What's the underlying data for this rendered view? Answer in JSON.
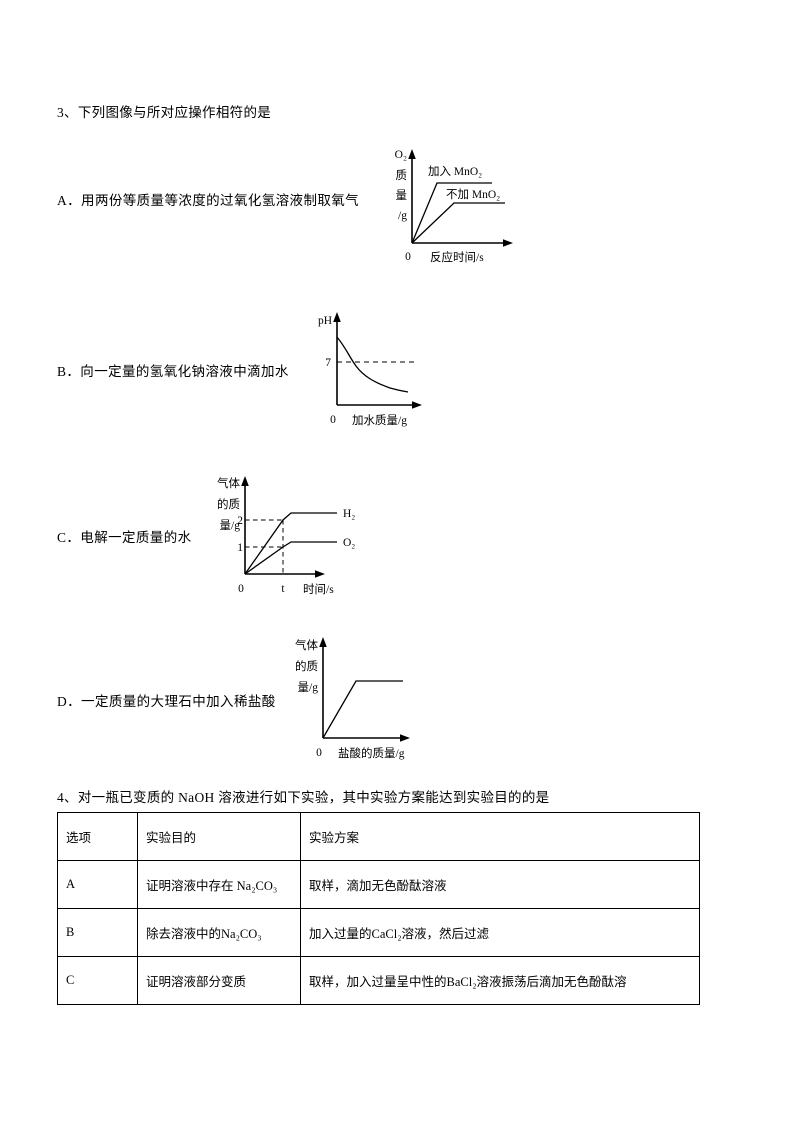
{
  "document": {
    "type": "chemistry-exam-page",
    "language": "zh-CN"
  },
  "question3": {
    "stem": "3、下列图像与所对应操作相符的是",
    "options": [
      {
        "key": "A",
        "label": "A．用两份等质量等浓度的过氧化氢溶液制取氧气",
        "figure": {
          "y_axis_label_lines": [
            "O₂",
            "质",
            "量",
            "/g"
          ],
          "x_axis_label": "反应时间/s",
          "origin_label": "0",
          "curve_labels": [
            "加入 MnO₂",
            "不加 MnO₂"
          ]
        }
      },
      {
        "key": "B",
        "label": "B．向一定量的氢氧化钠溶液中滴加水",
        "figure": {
          "y_axis_label_lines": [
            "pH"
          ],
          "x_axis_label": "加水质量/g",
          "origin_label": "0",
          "y_ticks": [
            "7"
          ],
          "curve_labels": []
        }
      },
      {
        "key": "C",
        "label": "C．电解一定质量的水",
        "figure": {
          "y_axis_label_lines": [
            "气体",
            "的质",
            "量/g"
          ],
          "x_axis_label": "时间/s",
          "origin_label": "0",
          "y_ticks": [
            "2",
            "1"
          ],
          "x_ticks": [
            "t"
          ],
          "curve_labels": [
            "H₂",
            "O₂"
          ]
        }
      },
      {
        "key": "D",
        "label": "D．一定质量的大理石中加入稀盐酸",
        "figure": {
          "y_axis_label_lines": [
            "气体",
            "的质",
            "量/g"
          ],
          "x_axis_label": "盐酸的质量/g",
          "origin_label": "0",
          "curve_labels": []
        }
      }
    ]
  },
  "question4": {
    "stem": "4、对一瓶已变质的 NaOH 溶液进行如下实验，其中实验方案能达到实验目的的是",
    "table": {
      "headers": [
        "选项",
        "实验目的",
        "实验方案"
      ],
      "rows": [
        {
          "option": "A",
          "goal": "证明溶液中存在 Na₂CO₃",
          "plan": "取样，滴加无色酚酞溶液"
        },
        {
          "option": "B",
          "goal": "除去溶液中的Na₂CO₃",
          "plan": "加入过量的CaCl₂溶液，然后过滤"
        },
        {
          "option": "C",
          "goal": "证明溶液部分变质",
          "plan": "取样，加入过量呈中性的BaCl₂溶液振荡后滴加无色酚酞溶"
        }
      ]
    }
  },
  "colors": {
    "ink": "#000000",
    "paper": "#ffffff"
  },
  "chart_data": [
    {
      "id": "figure-a",
      "type": "line",
      "title": "",
      "xlabel": "反应时间/s",
      "ylabel": "O₂质量/g",
      "grid": false,
      "legend_position": "inline-right",
      "xlim": [
        0,
        10
      ],
      "ylim": [
        0,
        10
      ],
      "series": [
        {
          "name": "加入 MnO₂",
          "x": [
            0,
            2.6,
            8.4
          ],
          "y": [
            0,
            6.9,
            6.9
          ]
        },
        {
          "name": "不加 MnO₂",
          "x": [
            0,
            4.5,
            8.4
          ],
          "y": [
            0,
            4.6,
            4.6
          ]
        }
      ]
    },
    {
      "id": "figure-b",
      "type": "line",
      "title": "",
      "xlabel": "加水质量/g",
      "ylabel": "pH",
      "grid": false,
      "xlim": [
        0,
        10
      ],
      "ylim": [
        0,
        10
      ],
      "yticks": [
        7
      ],
      "annotations": [
        "dashed horizontal line at pH = 7"
      ],
      "series": [
        {
          "name": "pH",
          "x": [
            0,
            1.1,
            2.2,
            3.3,
            4.5,
            6.0,
            7.5,
            8.6
          ],
          "y": [
            8.6,
            7.6,
            7.0,
            6.5,
            6.1,
            5.7,
            5.4,
            5.2
          ]
        }
      ]
    },
    {
      "id": "figure-c",
      "type": "line",
      "title": "",
      "xlabel": "时间/s",
      "ylabel": "气体的质量/g",
      "grid": false,
      "xlim": [
        0,
        10
      ],
      "ylim": [
        0,
        3
      ],
      "yticks": [
        1,
        2
      ],
      "xticks": [
        "t"
      ],
      "annotations": [
        "dashed lines from y=2 and y=1 to x=t"
      ],
      "series": [
        {
          "name": "H₂",
          "x": [
            0,
            4.2,
            9.0
          ],
          "y": [
            0,
            2.25,
            2.25
          ]
        },
        {
          "name": "O₂",
          "x": [
            0,
            4.2,
            9.0
          ],
          "y": [
            0,
            1.15,
            1.15
          ]
        }
      ]
    },
    {
      "id": "figure-d",
      "type": "line",
      "title": "",
      "xlabel": "盐酸的质量/g",
      "ylabel": "气体的质量/g",
      "grid": false,
      "xlim": [
        0,
        10
      ],
      "ylim": [
        0,
        10
      ],
      "series": [
        {
          "name": "气体质量",
          "x": [
            0,
            4.0,
            9.2
          ],
          "y": [
            0,
            6.2,
            6.2
          ]
        }
      ]
    }
  ]
}
